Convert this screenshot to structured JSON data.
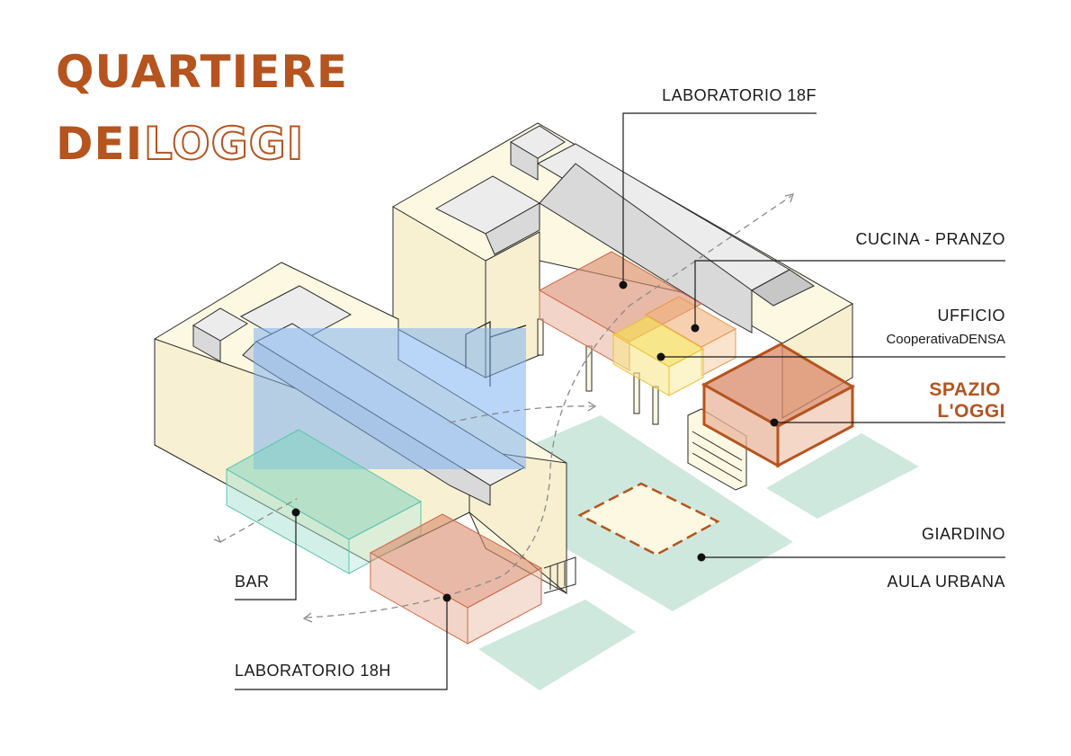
{
  "title": {
    "line1": "QUARTIERE",
    "line2_solid": "DEI",
    "line2_outline": "LOGGI"
  },
  "labels": {
    "lab18f": "LABORATORIO 18F",
    "cucina": "CUCINA - PRANZO",
    "ufficio": "UFFICIO",
    "ufficio_sub": "CooperativaDENSA",
    "spazio_line1": "SPAZIO",
    "spazio_line2": "L'OGGI",
    "giardino": "GIARDINO",
    "aula": "AULA URBANA",
    "bar": "BAR",
    "lab18h": "LABORATORIO 18H"
  },
  "colors": {
    "accent": "#b5541f",
    "building": "#fdf8e2",
    "garden": "#cfe8dd",
    "blue_volume": "#7fb3f0",
    "teal_volume": "#7fd3bf",
    "terracotta_volume": "#d98a6a",
    "yellow_volume": "#f5dc5a",
    "orange_volume": "#f2b07a"
  }
}
